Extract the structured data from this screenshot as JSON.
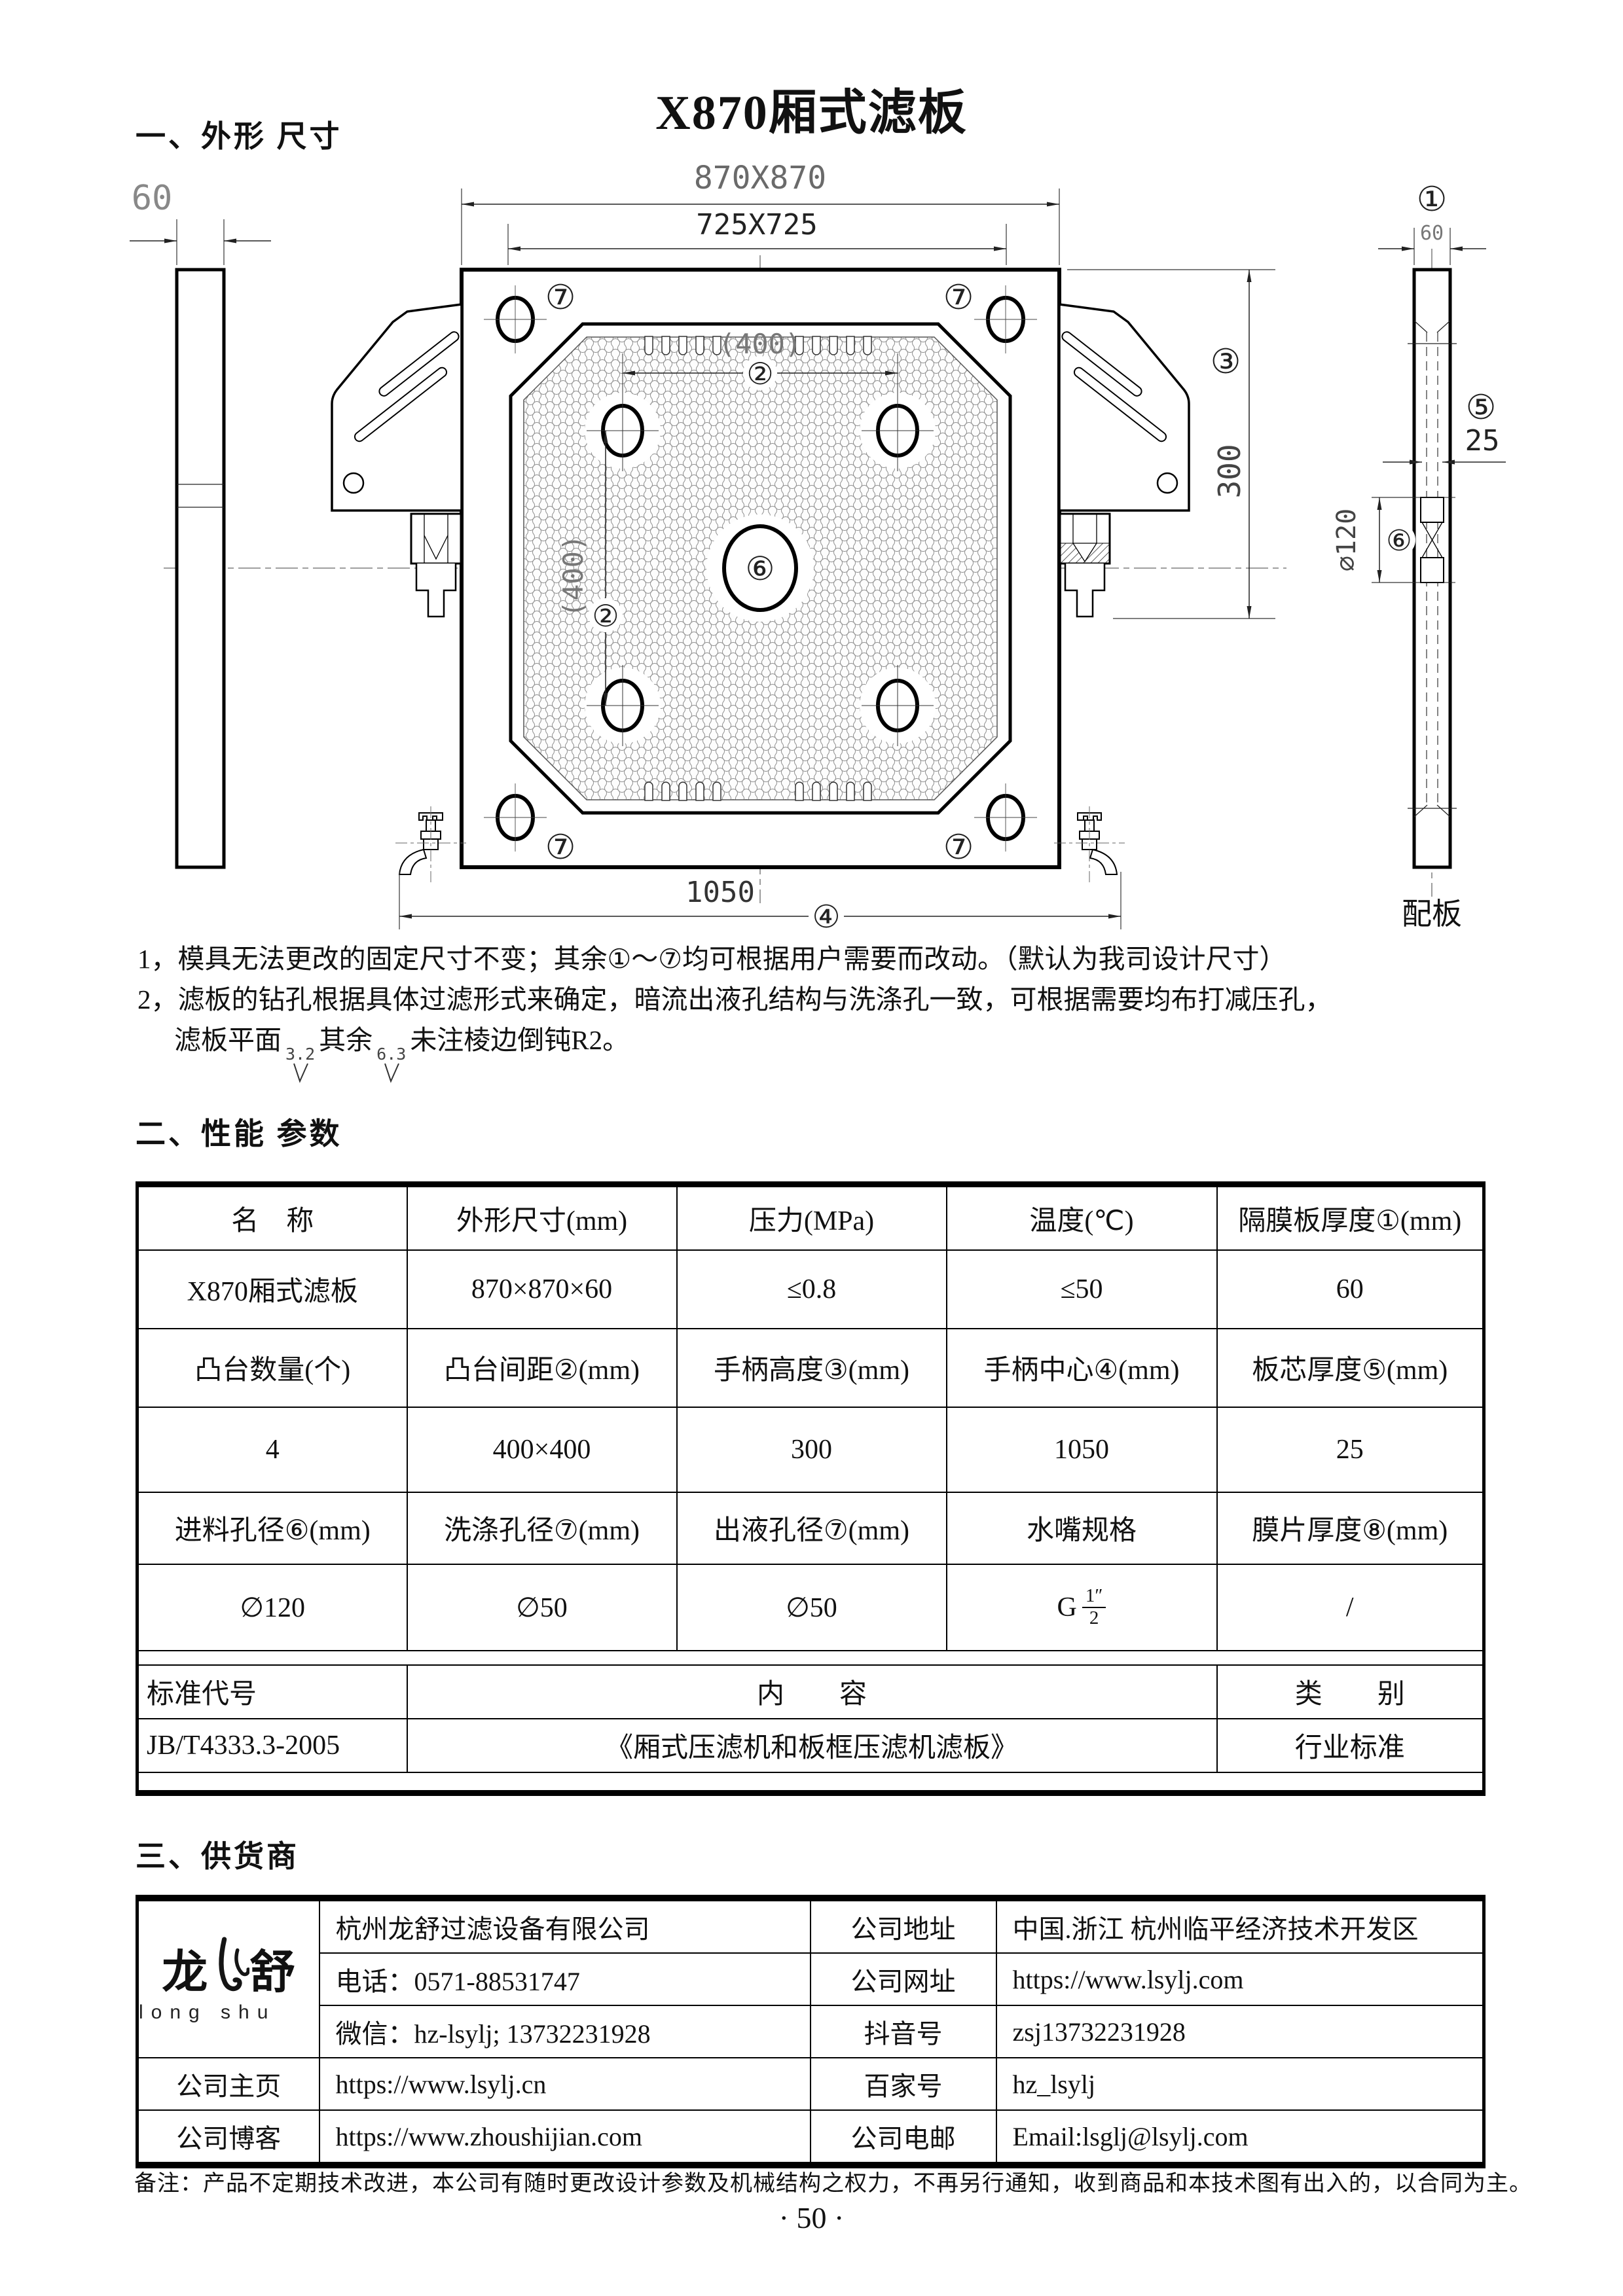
{
  "title": "X870厢式滤板",
  "sections": {
    "s1": "一、外形 尺寸",
    "s2": "二、性能 参数",
    "s3": "三、供货商"
  },
  "drawing": {
    "dim_outer": "870X870",
    "dim_inner": "725X725",
    "dim_400_h": "(400)",
    "dim_400_v": "(400)",
    "dim_300": "300",
    "dim_1050": "1050",
    "dim_60_left": "60",
    "dim_60_side": "60",
    "dim_25": "25",
    "dim_d120": "∅120",
    "c1": "①",
    "c2": "②",
    "c3": "③",
    "c4": "④",
    "c5": "⑤",
    "c6": "⑥",
    "c7": "⑦",
    "side_label": "配板"
  },
  "notes": {
    "n1": "1，模具无法更改的固定尺寸不变；其余①～⑦均可根据用户需要而改动。（默认为我司设计尺寸）",
    "n2": "2，滤板的钻孔根据具体过滤形式来确定，暗流出液孔结构与洗涤孔一致，可根据需要均布打减压孔，",
    "n3a": "滤板平面",
    "n3_ra1": "3.2",
    "n3b": "其余",
    "n3_ra2": "6.3",
    "n3c": "未注棱边倒钝R2。"
  },
  "perf": {
    "rows": [
      [
        "名　称",
        "外形尺寸(mm)",
        "压力(MPa)",
        "温度(℃)",
        "隔膜板厚度①(mm)"
      ],
      [
        "X870厢式滤板",
        "870×870×60",
        "≤0.8",
        "≤50",
        "60"
      ],
      [
        "凸台数量(个)",
        "凸台间距②(mm)",
        "手柄高度③(mm)",
        "手柄中心④(mm)",
        "板芯厚度⑤(mm)"
      ],
      [
        "4",
        "400×400",
        "300",
        "1050",
        "25"
      ],
      [
        "进料孔径⑥(mm)",
        "洗涤孔径⑦(mm)",
        "出液孔径⑦(mm)",
        "水嘴规格",
        "膜片厚度⑧(mm)"
      ],
      [
        "∅120",
        "∅50",
        "∅50",
        "",
        "/"
      ]
    ],
    "nozzle": {
      "prefix": "G",
      "num": "1″",
      "den": "2"
    },
    "std_header": [
      "标准代号",
      "内　　容",
      "类　　别"
    ],
    "std_row": [
      "JB/T4333.3-2005",
      "《厢式压滤机和板框压滤机滤板》",
      "行业标准"
    ]
  },
  "supplier": {
    "logo": {
      "l": "龙",
      "r": "舒",
      "latin": "long shu"
    },
    "r1": {
      "c1": "杭州龙舒过滤设备有限公司",
      "c2": "公司地址",
      "c3": "中国.浙江 杭州临平经济技术开发区"
    },
    "r2": {
      "c1": "电话：0571-88531747",
      "c2": "公司网址",
      "c3": "https://www.lsylj.com"
    },
    "r3": {
      "c1": "微信：hz-lsylj; 13732231928",
      "c2": "抖音号",
      "c3": "zsj13732231928"
    },
    "r4": {
      "c1": "公司主页",
      "c2": "https://www.lsylj.cn",
      "c3": "百家号",
      "c4": "hz_lsylj"
    },
    "r5": {
      "c1": "公司博客",
      "c2": "https://www.zhoushijian.com",
      "c3": "公司电邮",
      "c4": "Email:lsglj@lsylj.com"
    }
  },
  "footer": {
    "remark": "备注：产品不定期技术改进，本公司有随时更改设计参数及机械结构之权力，不再另行通知，收到商品和本技术图有出入的，以合同为主。",
    "page": "· 50 ·"
  }
}
